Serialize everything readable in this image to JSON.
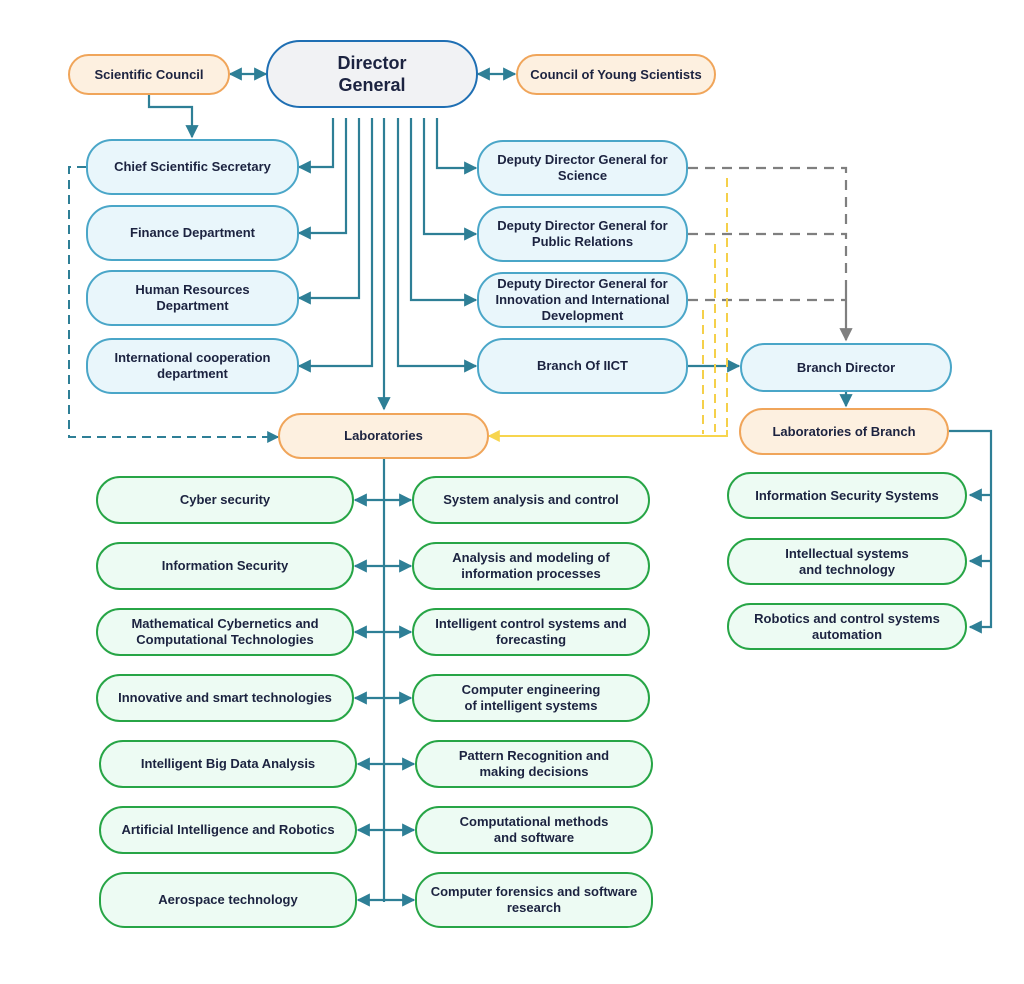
{
  "colors": {
    "teal_connector": "#2e7f96",
    "dashed_teal": "#2e7f96",
    "dashed_gray": "#7f7f7f",
    "dashed_yellow": "#f5d04a",
    "solid_yellow": "#f7d54e",
    "blue_border": "#4aa6c8",
    "orange_border": "#f0a55a",
    "green_border": "#27a546",
    "director_border": "#1f6fb3"
  },
  "nodes": {
    "director_general": "Director\nGeneral",
    "scientific_council": "Scientific Council",
    "council_young": "Council of Young Scientists",
    "chief_secretary": "Chief Scientific Secretary",
    "finance": "Finance Department",
    "hr": "Human Resources\nDepartment",
    "intl_coop": "International cooperation\ndepartment",
    "dep_science": "Deputy Director General for\nScience",
    "dep_pr": "Deputy Director General for\nPublic Relations",
    "dep_innov": "Deputy Director General for\nInnovation and International\nDevelopment",
    "branch_iict": "Branch Of IICT",
    "branch_director": "Branch Director",
    "laboratories": "Laboratories",
    "labs_branch": "Laboratories of Branch"
  },
  "labs_left": [
    "Cyber security",
    "Information Security",
    "Mathematical Cybernetics and\nComputational Technologies",
    "Innovative and smart technologies",
    "Intelligent Big Data Analysis",
    "Artificial Intelligence and Robotics",
    "Aerospace technology"
  ],
  "labs_right": [
    "System analysis and control",
    "Analysis and modeling of\ninformation processes",
    "Intelligent control systems and\nforecasting",
    "Computer engineering\nof intelligent systems",
    "Pattern Recognition and\nmaking decisions",
    "Computational methods\nand software",
    "Computer forensics and software\nresearch"
  ],
  "branch_labs": [
    "Information Security Systems",
    "Intellectual systems\nand technology",
    "Robotics and control systems\nautomation"
  ]
}
